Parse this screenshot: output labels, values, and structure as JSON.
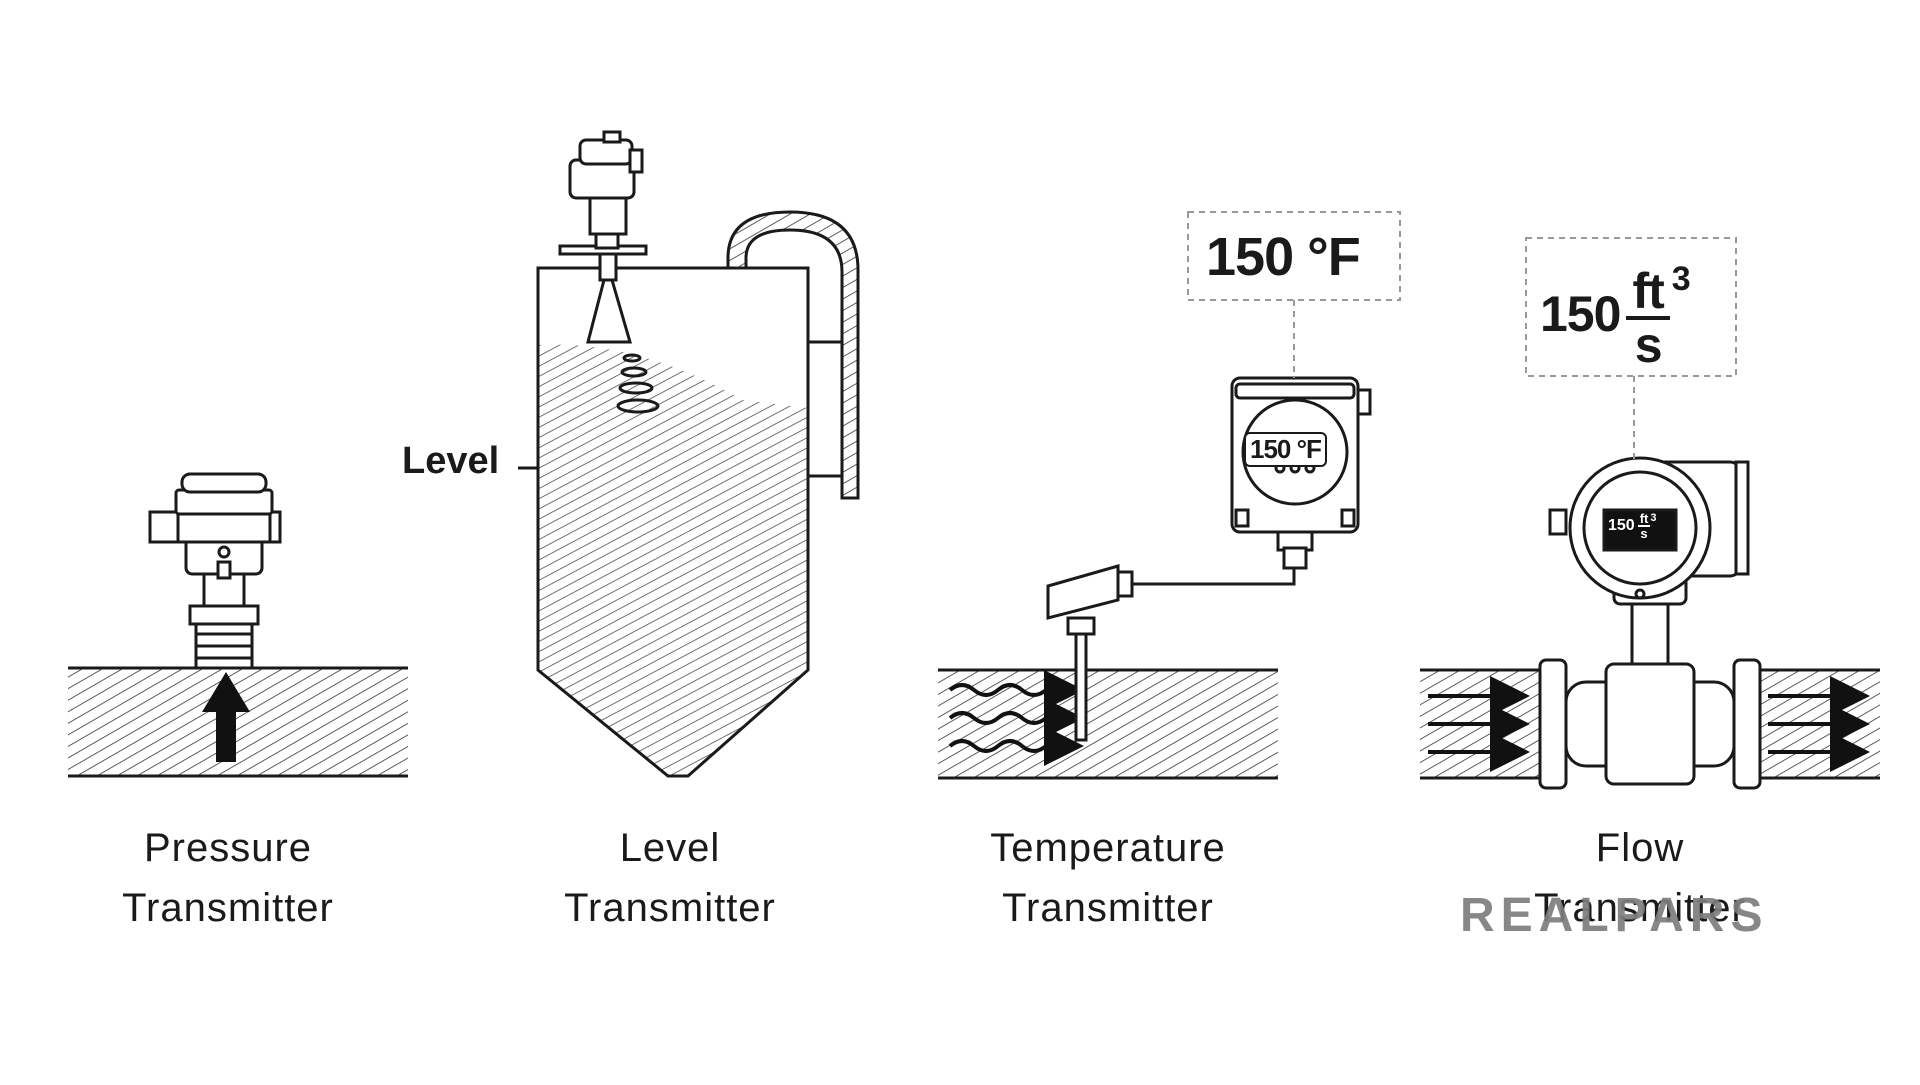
{
  "captions": {
    "pressure": [
      "Pressure",
      "Transmitter"
    ],
    "level": [
      "Level",
      "Transmitter"
    ],
    "temperature": [
      "Temperature",
      "Transmitter"
    ],
    "flow": [
      "Flow",
      "Transmitter"
    ]
  },
  "level_label": "Level",
  "temperature_reading": "150 °F",
  "temperature_display": "150 °F",
  "flow_reading": {
    "value": "150",
    "numerator": "ft",
    "denominator": "s",
    "exponent": "3"
  },
  "brand": "REALPARS",
  "colors": {
    "line": "#1a1a1a",
    "hatch": "#333333",
    "brand": "#7d7d7d",
    "dash": "#999999"
  }
}
